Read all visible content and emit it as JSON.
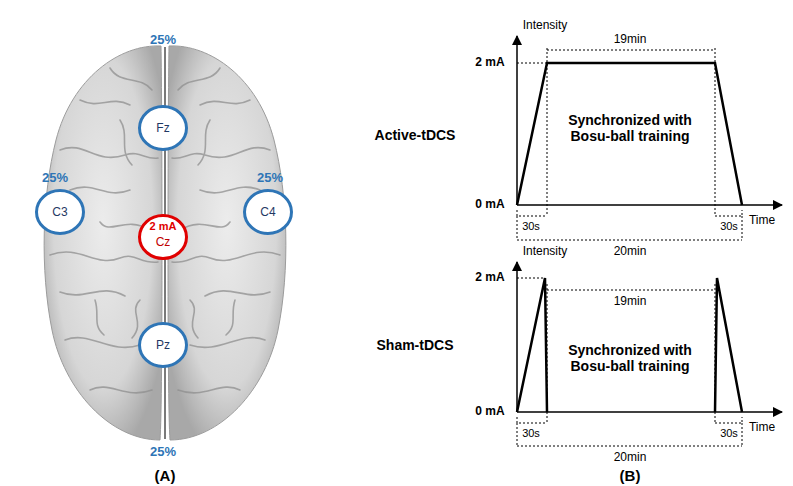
{
  "diagram": {
    "nodes": [
      {
        "text": [
          "Fz"
        ]
      },
      {
        "text": [
          "C3"
        ]
      },
      {
        "text": [
          "Cz"
        ]
      },
      {
        "text": [
          "C4"
        ]
      },
      {
        "text": [
          "Pz"
        ]
      }
    ],
    "labels": [
      "25%",
      "25%",
      "2 mA",
      "25%",
      "25%",
      "(A)",
      "Intensity",
      "2 mA",
      "19min",
      "Active-tDCS",
      "Synchronized with Bosu-ball training",
      "0 mA",
      "Time",
      "30s",
      "30s",
      "20min",
      "Intensity",
      "2 mA",
      "Sham-tDCS",
      "19min",
      "Synchronized with Bosu-ball training",
      "0 mA",
      "Time",
      "30s",
      "30s",
      "20min",
      "(B)"
    ]
  }
}
